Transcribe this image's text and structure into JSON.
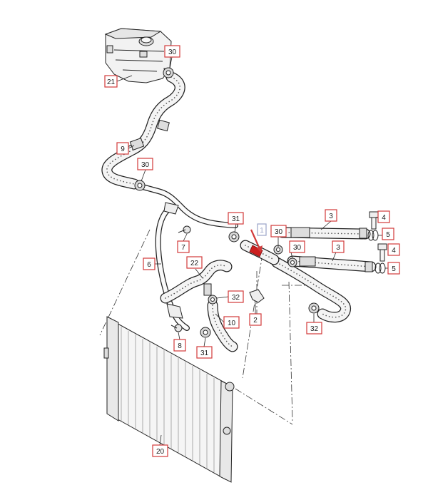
{
  "callouts": {
    "c21": "21",
    "c30a": "30",
    "c9": "9",
    "c30b": "30",
    "c31a": "31",
    "c7": "7",
    "c6": "6",
    "c22": "22",
    "c32a": "32",
    "c10": "10",
    "c8": "8",
    "c31b": "31",
    "c2": "2",
    "c1": "1",
    "c30c": "30",
    "c30d": "30",
    "c3a": "3",
    "c3b": "3",
    "c4a": "4",
    "c4b": "4",
    "c5a": "5",
    "c5b": "5",
    "c32b": "32",
    "c20": "20"
  },
  "colors": {
    "callout_border": "#d23a3a",
    "highlight_part": "#cc1f1f",
    "line": "#222222"
  }
}
